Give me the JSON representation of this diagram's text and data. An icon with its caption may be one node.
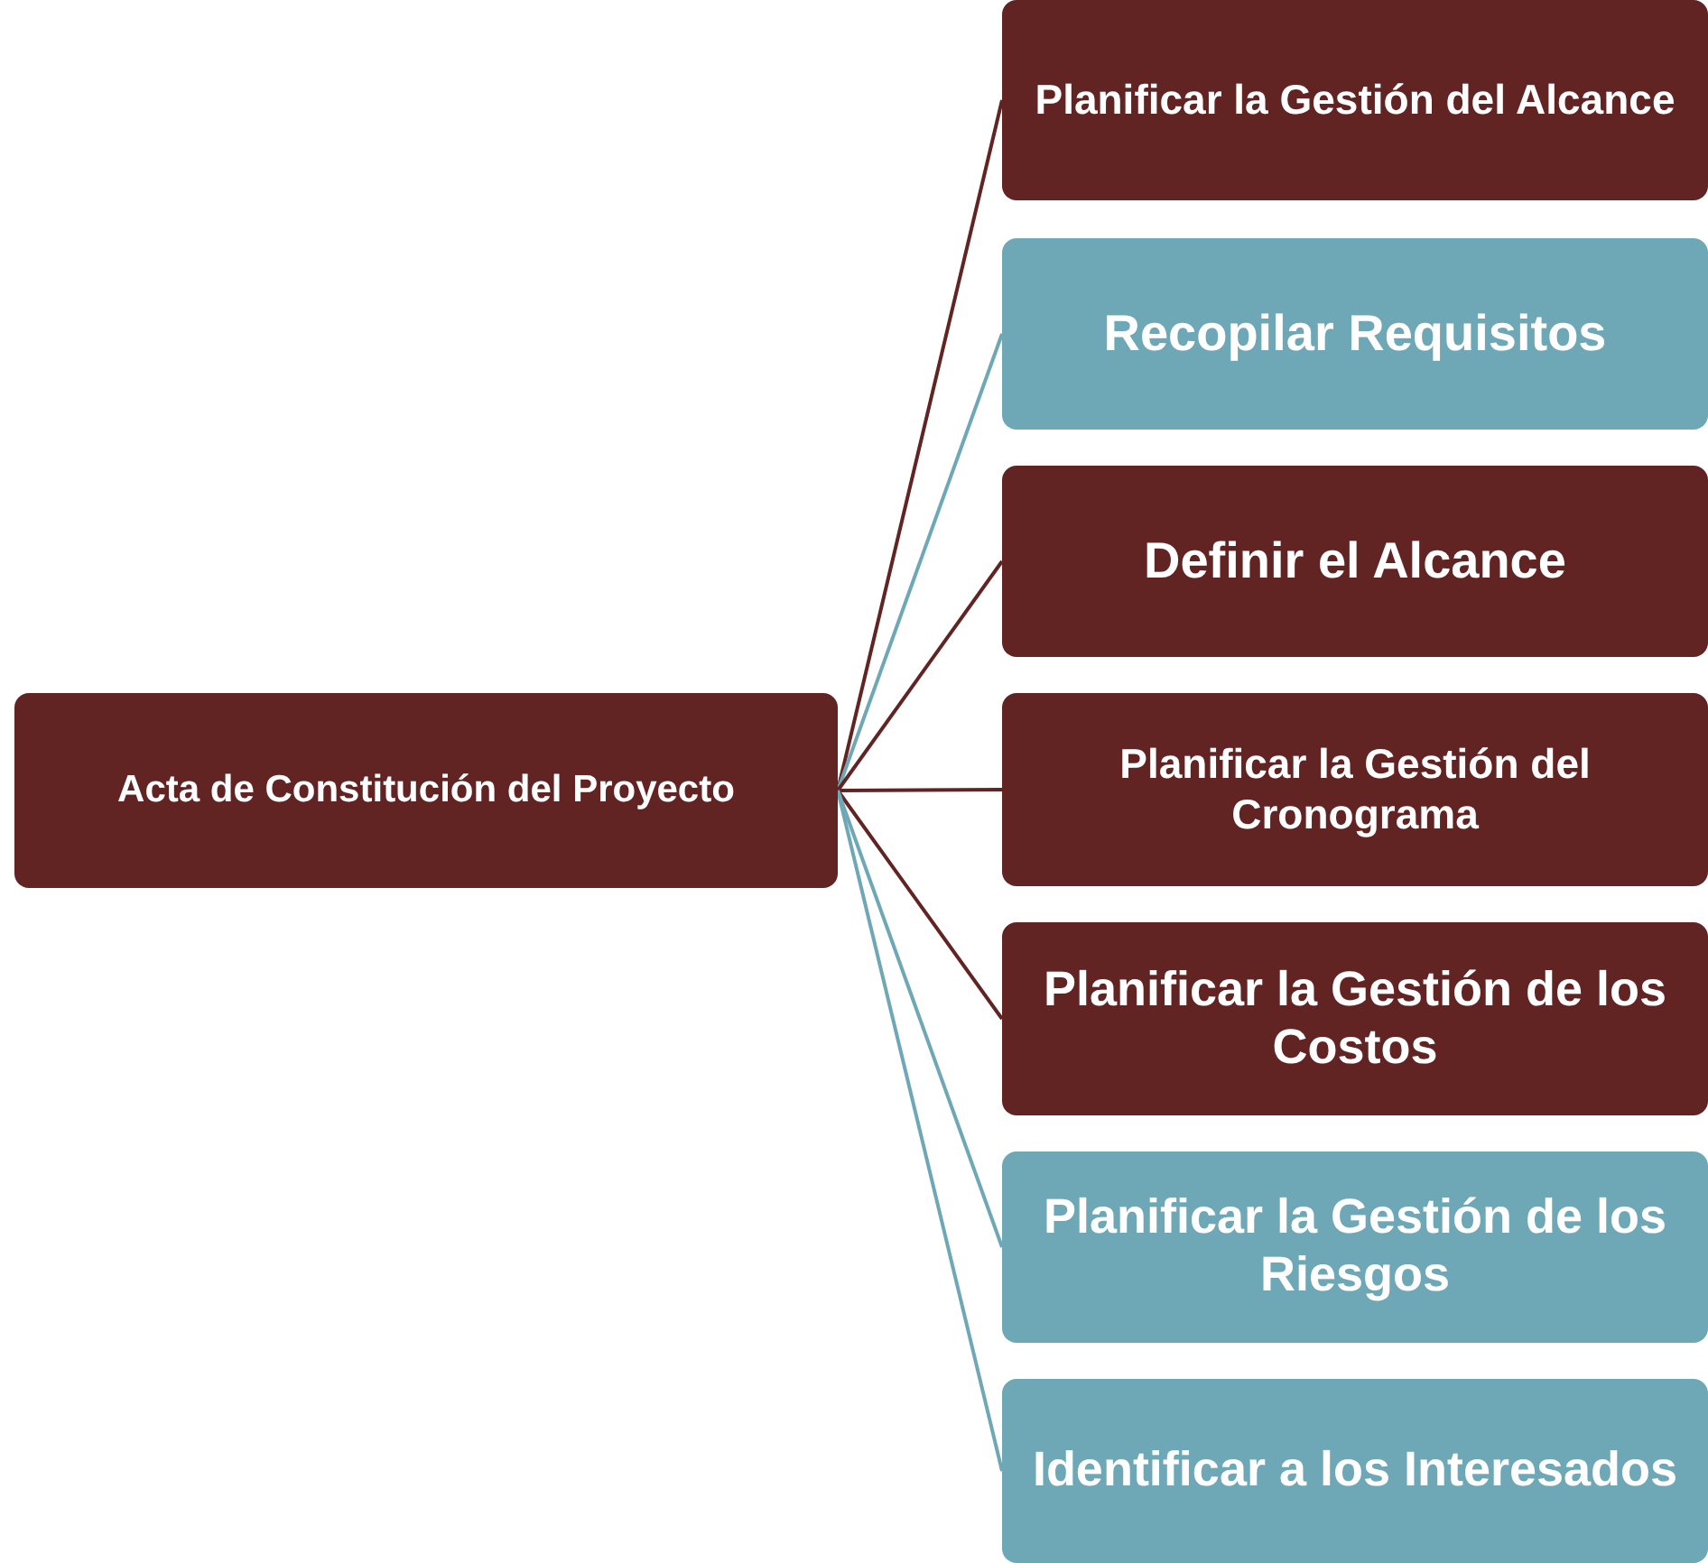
{
  "diagram": {
    "nodes": [
      {
        "text": [
          "Acta de Constitución del Proyecto"
        ]
      },
      {
        "text": [
          "Planificar la Gestión del Alcance"
        ]
      },
      {
        "text": [
          "Recopilar Requisitos"
        ]
      },
      {
        "text": [
          "Definir el Alcance"
        ]
      },
      {
        "text": [
          "Planificar la Gestión del Cronograma"
        ]
      },
      {
        "text": [
          "Planificar la Gestión de los Costos"
        ]
      },
      {
        "text": [
          "Planificar la Gestión de los Riesgos"
        ]
      },
      {
        "text": [
          "Identificar a los Interesados"
        ]
      }
    ],
    "edges": [
      {
        "from": 0,
        "to": 1,
        "arrow": "none"
      },
      {
        "from": 0,
        "to": 2,
        "arrow": "none",
        "color": "#6ea8b7"
      },
      {
        "from": 0,
        "to": 3,
        "arrow": "none"
      },
      {
        "from": 0,
        "to": 4,
        "arrow": "none"
      },
      {
        "from": 0,
        "to": 5,
        "arrow": "none"
      },
      {
        "from": 0,
        "to": 6,
        "arrow": "none",
        "color": "#6ea8b7"
      },
      {
        "from": 0,
        "to": 7,
        "arrow": "none",
        "color": "#6ea8b7"
      }
    ]
  }
}
